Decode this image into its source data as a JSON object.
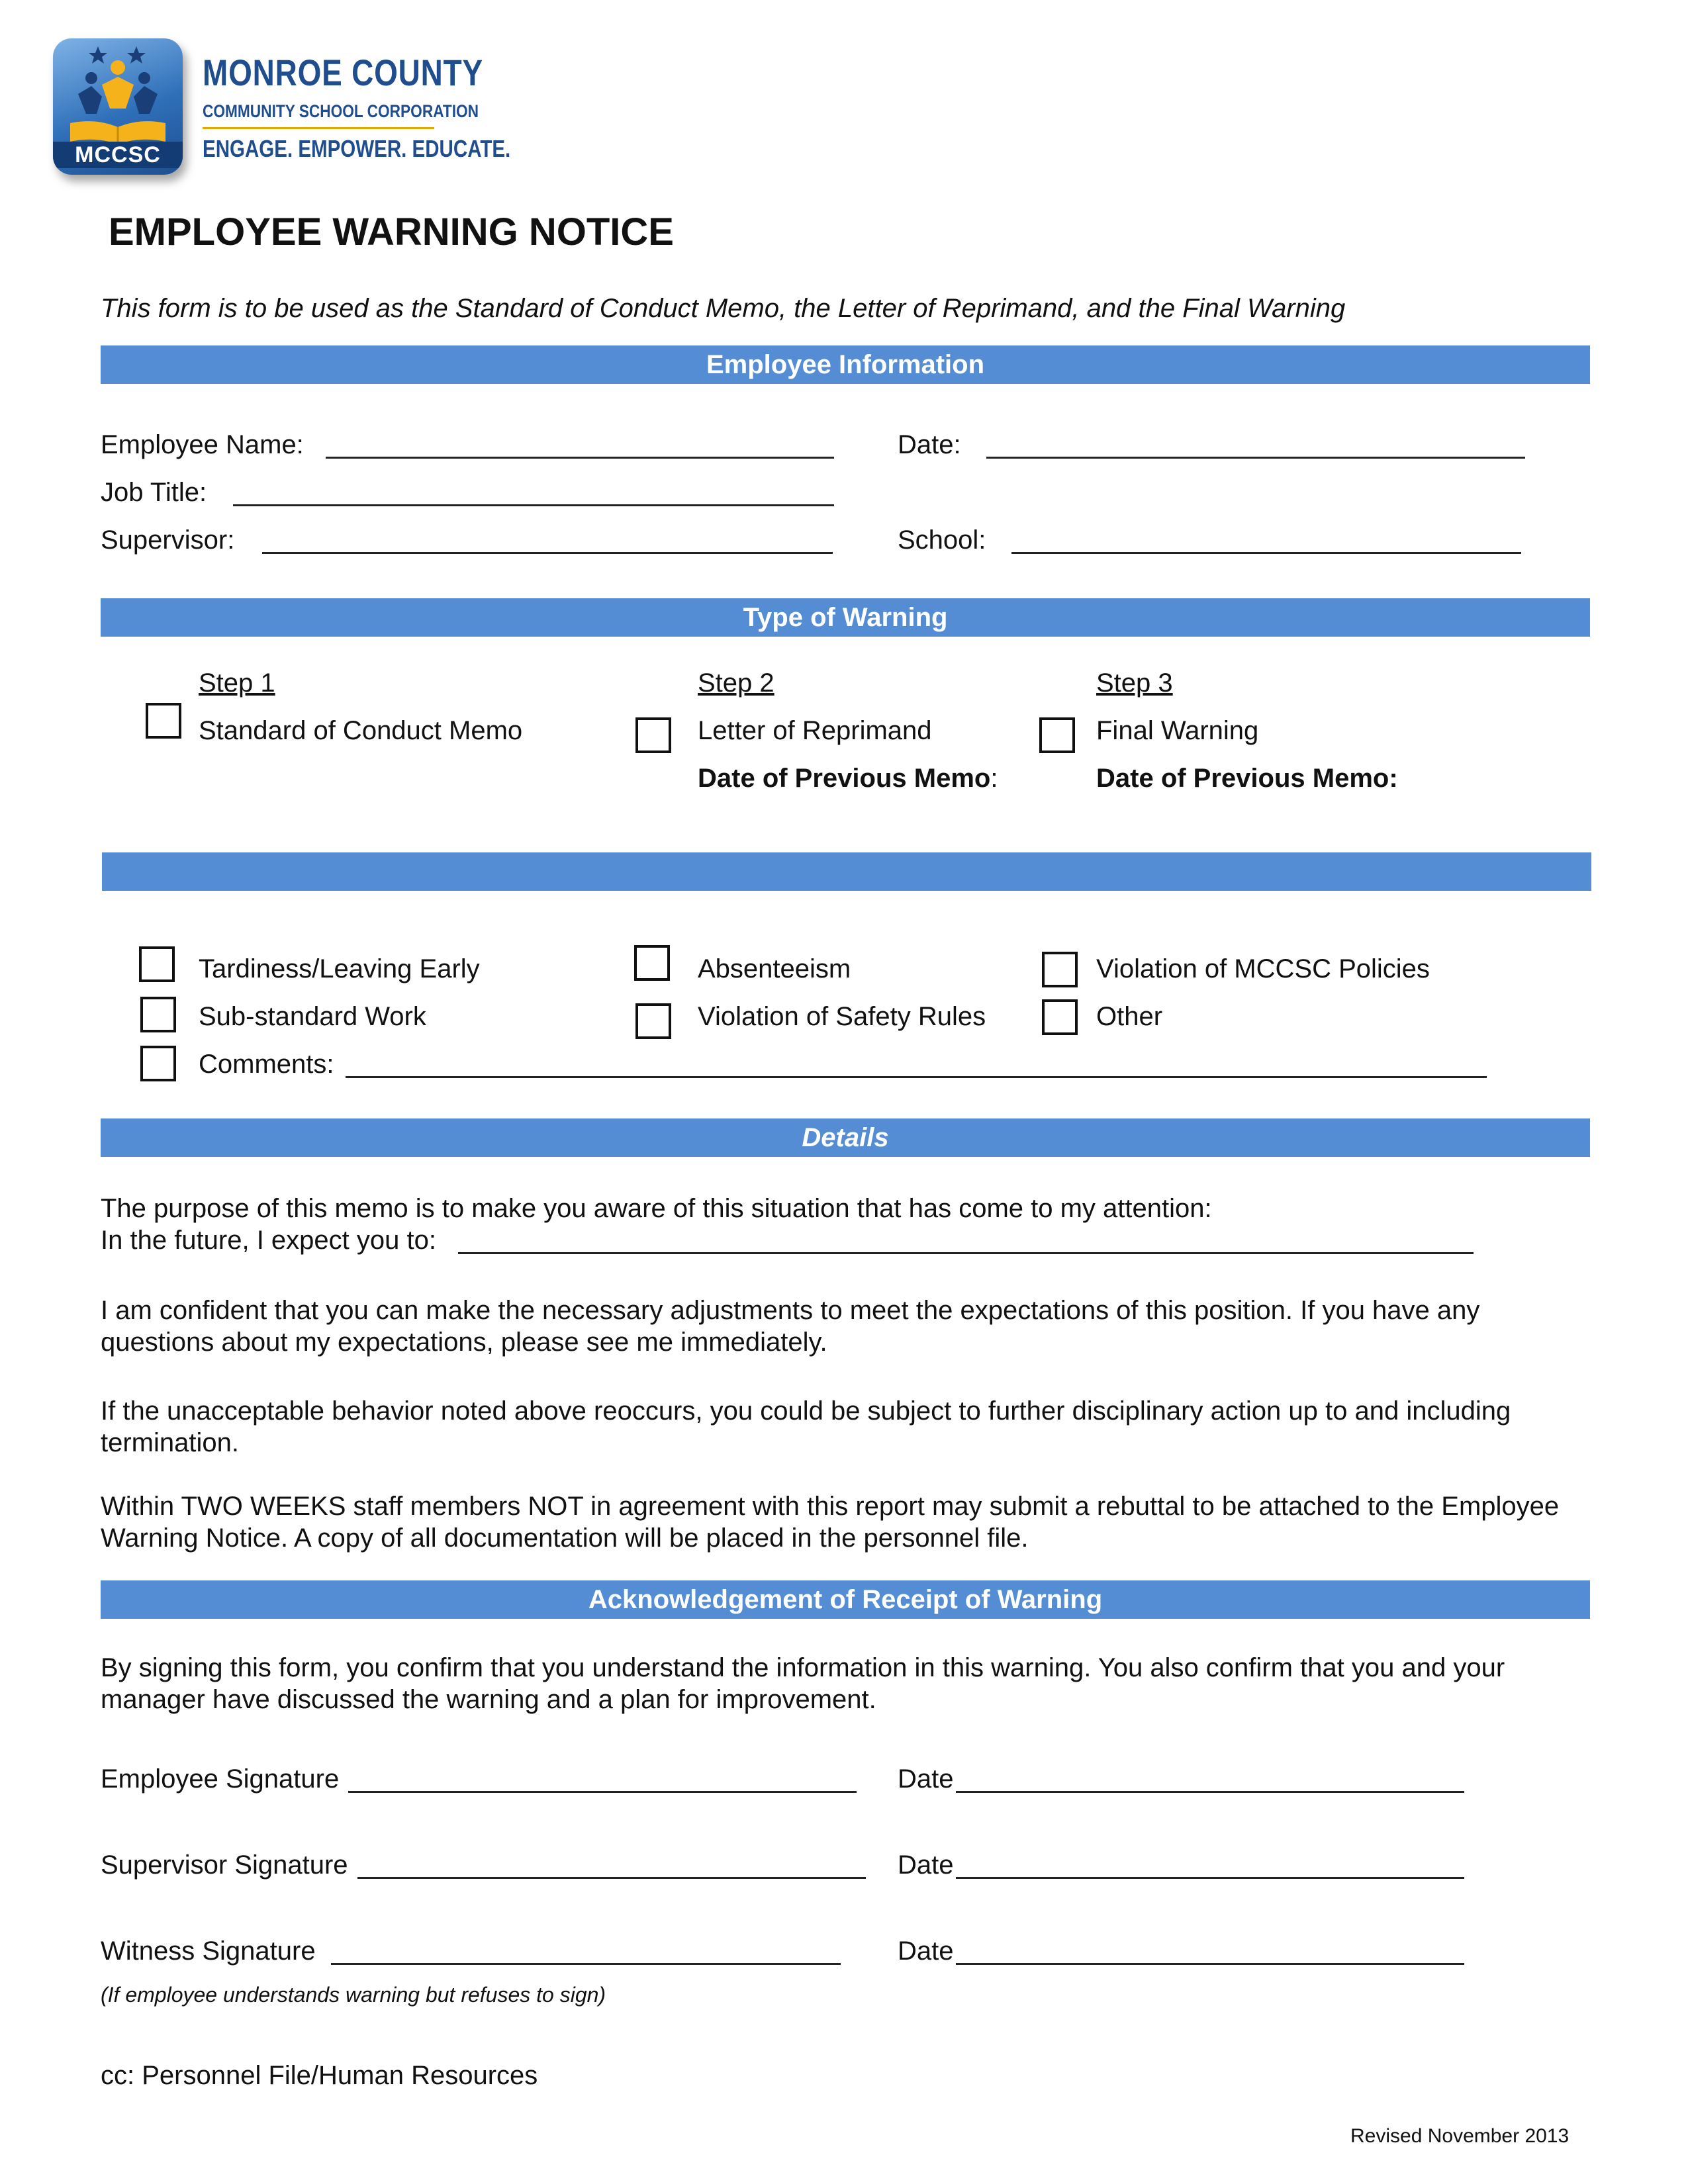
{
  "logo": {
    "badge": "MCCSC",
    "name": "MONROE COUNTY",
    "subname": "COMMUNITY SCHOOL CORPORATION",
    "tagline": "ENGAGE. EMPOWER. EDUCATE."
  },
  "title": "EMPLOYEE WARNING NOTICE",
  "subtitle": "This form is to be used as the Standard of Conduct Memo, the Letter of Reprimand, and the Final Warning",
  "employee_info": {
    "header": "Employee Information",
    "employee_name": "Employee Name:",
    "date": "Date:",
    "job_title": "Job Title:",
    "supervisor": "Supervisor:",
    "school": "School:"
  },
  "warning_type": {
    "header": "Type of Warning",
    "step1": "Step 1",
    "step1_label": "Standard of Conduct Memo",
    "step2": "Step 2",
    "step2_label": "Letter of Reprimand",
    "step2_prev": "Date of Previous Memo",
    "step2_colon": ":",
    "step3": "Step 3",
    "step3_label": "Final Warning",
    "step3_prev": "Date of Previous Memo:"
  },
  "reasons": {
    "header": "",
    "tardiness": "Tardiness/Leaving Early",
    "absenteeism": "Absenteeism",
    "violation_policies": "Violation of MCCSC Policies",
    "substandard": "Sub-standard Work",
    "violation_safety": "Violation of Safety Rules",
    "other": "Other",
    "comments": "Comments:"
  },
  "details": {
    "header": "Details",
    "purpose": "The purpose of this memo is to make you aware of this situation that has come to my attention:",
    "future": "In the future, I expect you to:",
    "confident": "I am confident that you can make the necessary adjustments to meet the expectations of this position.  If you have any questions about my expectations, please see me immediately.",
    "reoccurs": "If the unacceptable behavior noted above reoccurs, you could be subject to further disciplinary action up to and including termination.",
    "rebuttal": "Within TWO WEEKS staff members NOT in agreement with this report may submit a rebuttal to be attached to the Employee Warning Notice.  A copy of all documentation will be placed in the personnel file."
  },
  "acknowledgement": {
    "header": "Acknowledgement of Receipt of Warning",
    "text": "By signing this form, you confirm that you understand the information in this warning.  You also confirm that you and your manager have discussed the warning and a plan for improvement.",
    "employee_sig": "Employee Signature",
    "supervisor_sig": "Supervisor Signature",
    "witness_sig": "Witness Signature",
    "date": "Date",
    "witness_note": "(If employee understands warning but refuses to sign)"
  },
  "cc": "cc:  Personnel File/Human Resources",
  "revised": "Revised November 2013"
}
